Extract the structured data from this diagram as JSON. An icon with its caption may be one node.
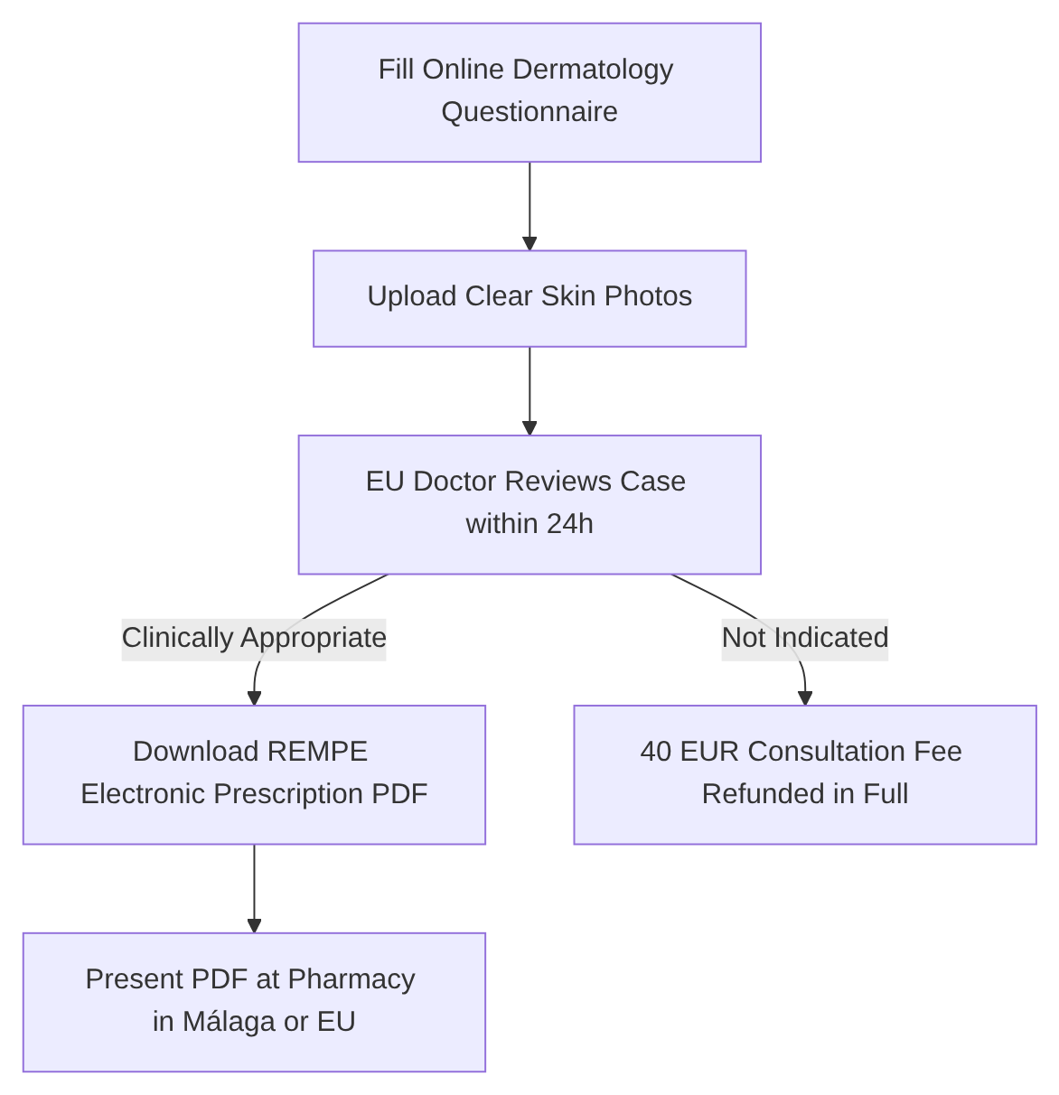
{
  "diagram": {
    "nodes": [
      {
        "text": [
          "Fill Online Dermatology Questionnaire"
        ]
      },
      {
        "text": [
          "Upload Clear Skin Photos"
        ]
      },
      {
        "text": [
          "EU Doctor Reviews Case within 24h"
        ]
      },
      {
        "text": [
          "Download REMPE Electronic Prescription PDF"
        ]
      },
      {
        "text": [
          "40 EUR Consultation Fee Refunded in Full"
        ]
      },
      {
        "text": [
          "Present PDF at Pharmacy in Málaga or EU"
        ]
      }
    ],
    "edges": [
      {
        "from": 0,
        "to": 1,
        "arrow": "to"
      },
      {
        "from": 1,
        "to": 2,
        "arrow": "to"
      },
      {
        "from": 2,
        "to": 3,
        "arrow": "to",
        "label": "Clinically Appropriate"
      },
      {
        "from": 2,
        "to": 4,
        "arrow": "to",
        "label": "Not Indicated"
      },
      {
        "from": 3,
        "to": 5,
        "arrow": "to"
      }
    ]
  }
}
